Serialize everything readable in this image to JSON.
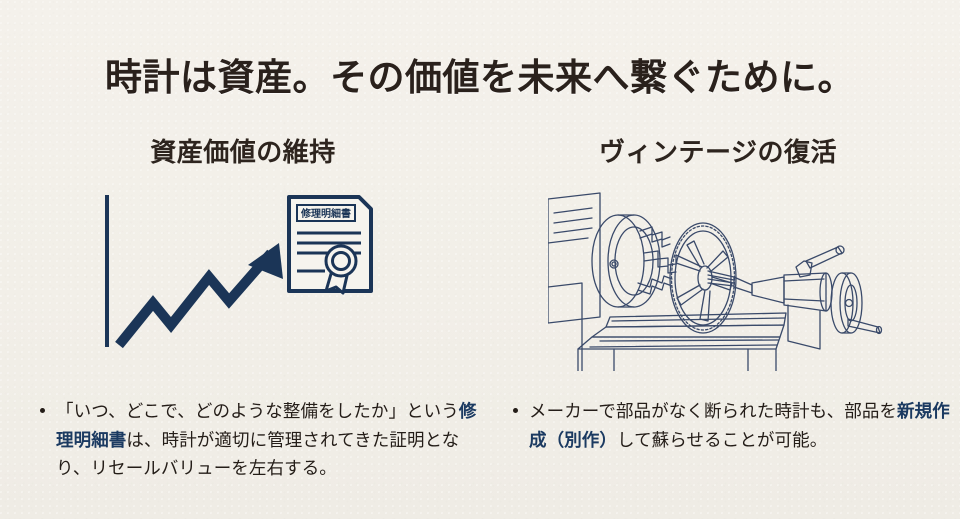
{
  "slide": {
    "background_color": "#f3f0ea",
    "title": "時計は資産。その価値を未来へ繋ぐために。",
    "title_color": "#2a211c",
    "accent_color": "#1b3a61",
    "line_art_color": "#3a4a6a"
  },
  "columns": [
    {
      "id": "asset-value",
      "heading": "資産価値の維持",
      "illustration": {
        "name": "growth-chart-with-certificate",
        "certificate_label": "修理明細書",
        "elements": [
          "axis",
          "rising-zigzag-arrow",
          "document",
          "ribbon-seal"
        ],
        "color": "#1b3557"
      },
      "bullets": [
        {
          "segments": [
            {
              "text": "「いつ、どこで、どのような整備をしたか」という",
              "highlight": false
            },
            {
              "text": "修理明細書",
              "highlight": true
            },
            {
              "text": "は、時計が適切に管理されてきた証明となり、リセールバリューを左右する。",
              "highlight": false
            }
          ]
        }
      ]
    },
    {
      "id": "vintage-revival",
      "heading": "ヴィンテージの復活",
      "illustration": {
        "name": "metal-lathe-machining-gear",
        "elements": [
          "headstock",
          "three-jaw-chuck",
          "gear-blank",
          "tailstock",
          "handwheel",
          "bed-ways"
        ],
        "color": "#3a4a6a"
      },
      "bullets": [
        {
          "segments": [
            {
              "text": "メーカーで部品がなく断られた時計も、部品を",
              "highlight": false
            },
            {
              "text": "新規作成（別作）",
              "highlight": true
            },
            {
              "text": "して蘇らせることが可能。",
              "highlight": false
            }
          ]
        }
      ]
    }
  ]
}
